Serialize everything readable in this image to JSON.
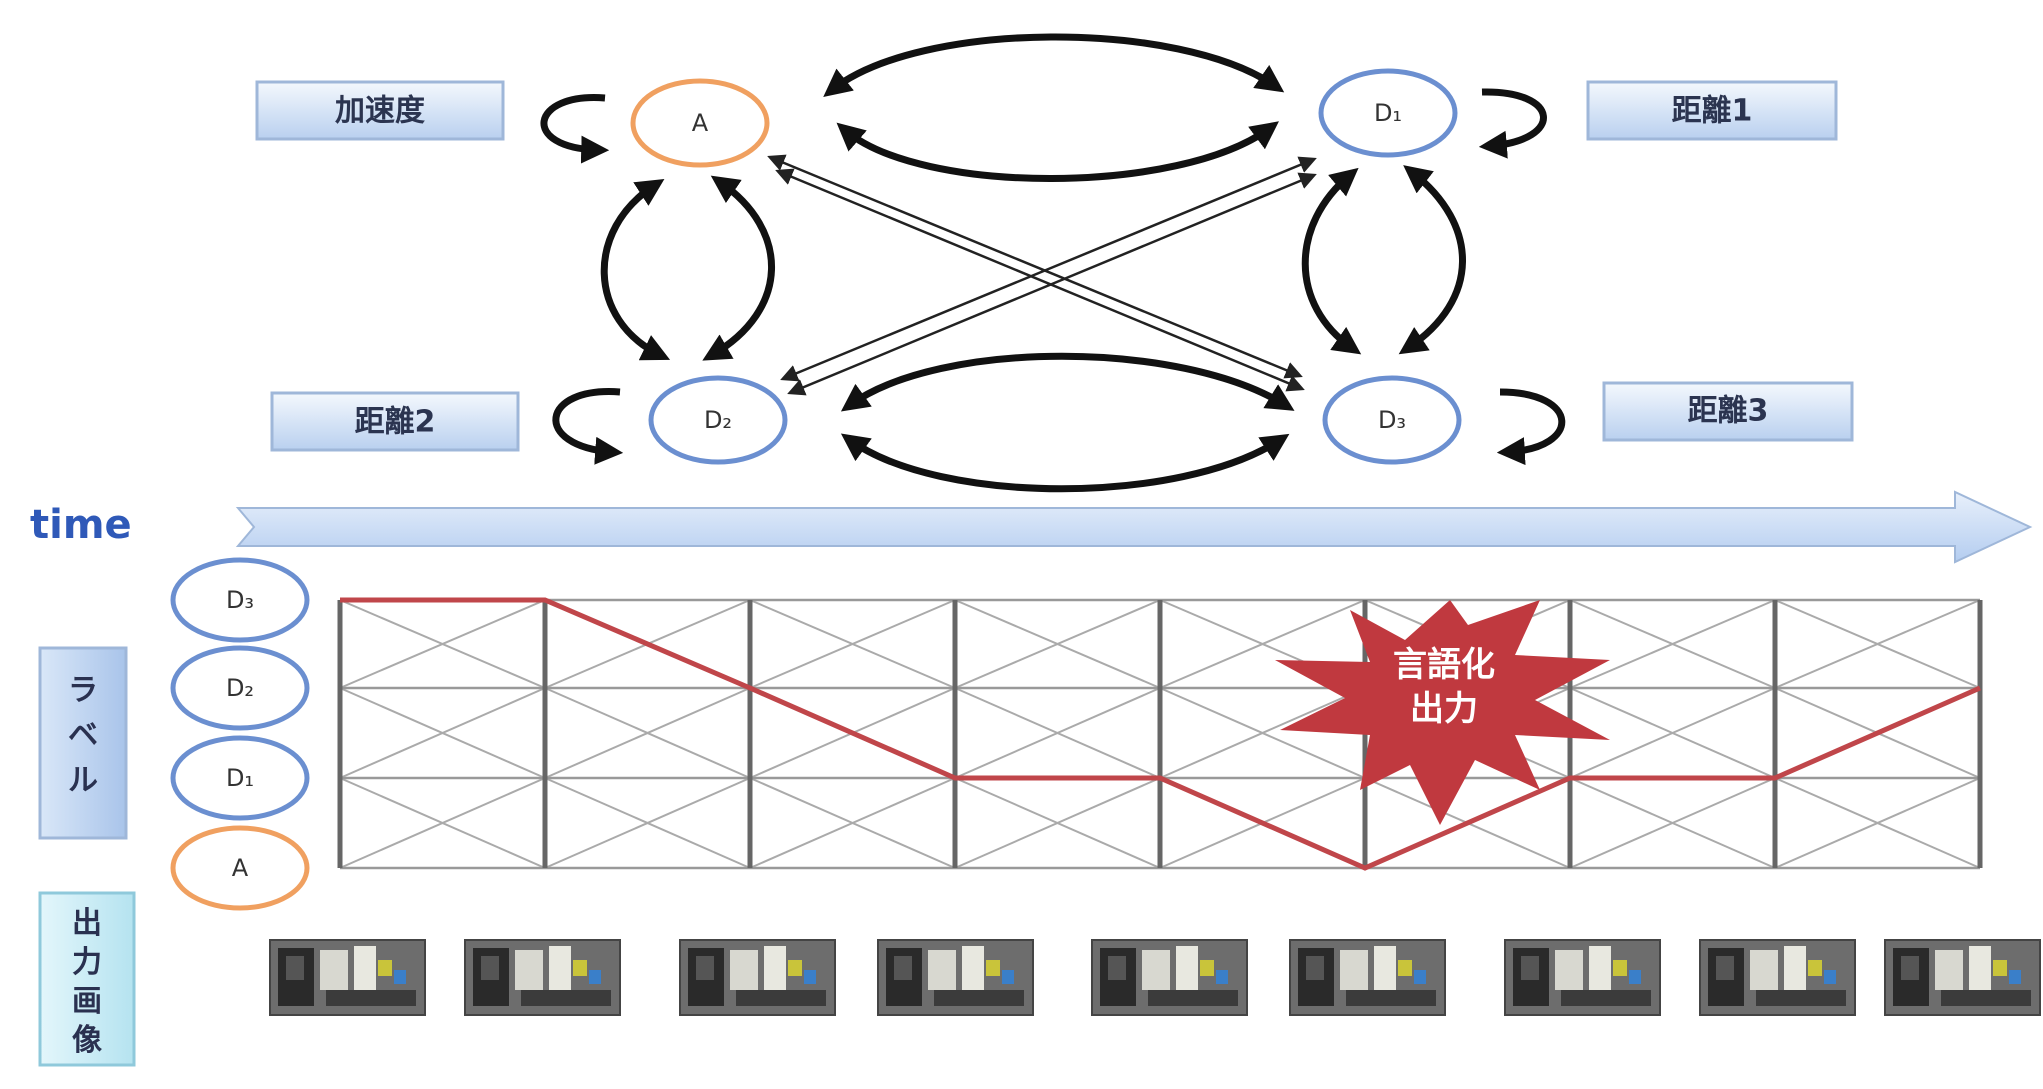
{
  "labels": {
    "accel": "加速度",
    "dist1": "距離1",
    "dist2": "距離2",
    "dist3": "距離3"
  },
  "nodes": {
    "A": "A",
    "D1": "D₁",
    "D2": "D₂",
    "D3": "D₃"
  },
  "time_label": "time",
  "side_labels": {
    "label": "ラベル",
    "output_image": "出力画像"
  },
  "row_labels": [
    "D₃",
    "D₂",
    "D₁",
    "A"
  ],
  "burst": {
    "line1": "言語化",
    "line2": "出力"
  },
  "colors": {
    "accel_node": "#f0a060",
    "dist_node": "#6b8fd0",
    "path": "#c0464a",
    "burst": "#c0393f",
    "time_arrow": "#cfe0f6"
  },
  "state_sequence": [
    "D₃",
    "D₃",
    "D₂",
    "D₁",
    "D₁",
    "A",
    "D₁",
    "D₁",
    "D₂"
  ],
  "thumbnails": [
    "frame",
    "frame",
    "frame",
    "frame",
    "frame",
    "frame",
    "frame",
    "frame",
    "frame"
  ]
}
